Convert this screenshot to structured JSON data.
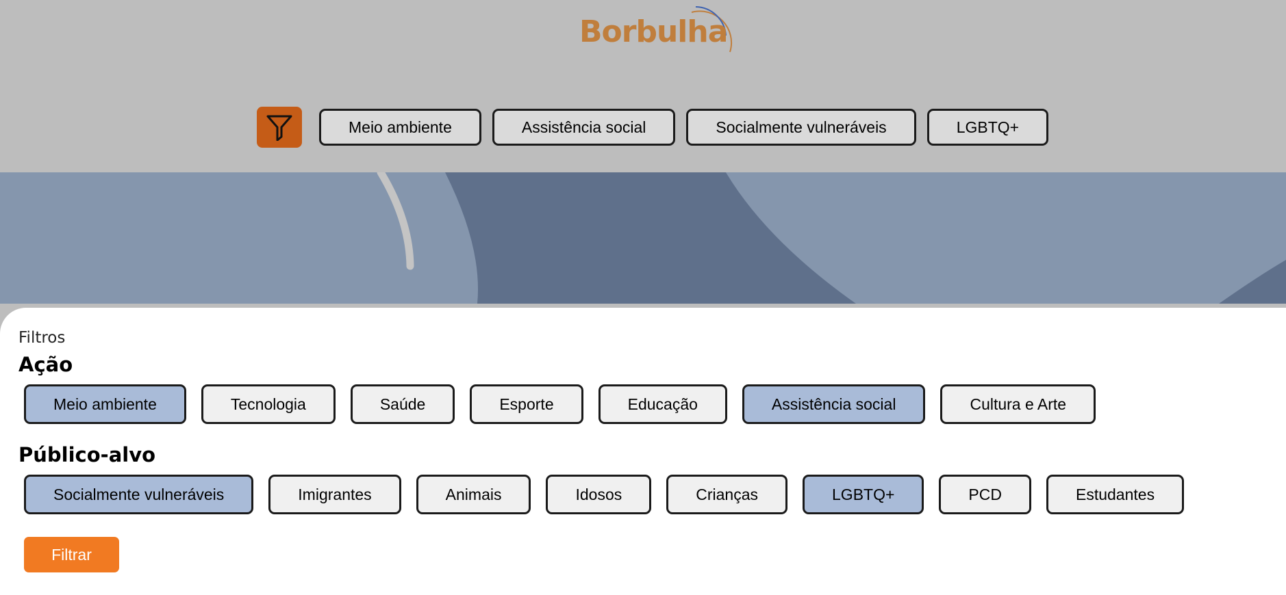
{
  "header": {
    "logo_text": "Borbulha",
    "filter_button_icon": "filter-funnel-icon",
    "quick_filters": [
      "Meio ambiente",
      "Assistência social",
      "Socialmente vulneráveis",
      "LGBTQ+"
    ]
  },
  "filters": {
    "title": "Filtros",
    "acao": {
      "heading": "Ação",
      "chips": [
        {
          "label": "Meio ambiente",
          "selected": true
        },
        {
          "label": "Tecnologia",
          "selected": false
        },
        {
          "label": "Saúde",
          "selected": false
        },
        {
          "label": "Esporte",
          "selected": false
        },
        {
          "label": "Educação",
          "selected": false
        },
        {
          "label": "Assistência social",
          "selected": true
        },
        {
          "label": "Cultura e Arte",
          "selected": false
        }
      ]
    },
    "publico_alvo": {
      "heading": "Público-alvo",
      "chips": [
        {
          "label": "Socialmente vulneráveis",
          "selected": true
        },
        {
          "label": "Imigrantes",
          "selected": false
        },
        {
          "label": "Animais",
          "selected": false
        },
        {
          "label": "Idosos",
          "selected": false
        },
        {
          "label": "Crianças",
          "selected": false
        },
        {
          "label": "LGBTQ+",
          "selected": true
        },
        {
          "label": "PCD",
          "selected": false
        },
        {
          "label": "Estudantes",
          "selected": false
        }
      ]
    },
    "submit_label": "Filtrar"
  },
  "colors": {
    "page_background": "#bdbdbd",
    "brand_orange": "#c07e3c",
    "filter_icon_bg": "#c55c17",
    "submit_button": "#f17a22",
    "chip_selected": "#a9bbd8",
    "chip_default": "#f0f0f0",
    "banner_light": "#8596ad",
    "banner_dark": "#5f708b"
  }
}
